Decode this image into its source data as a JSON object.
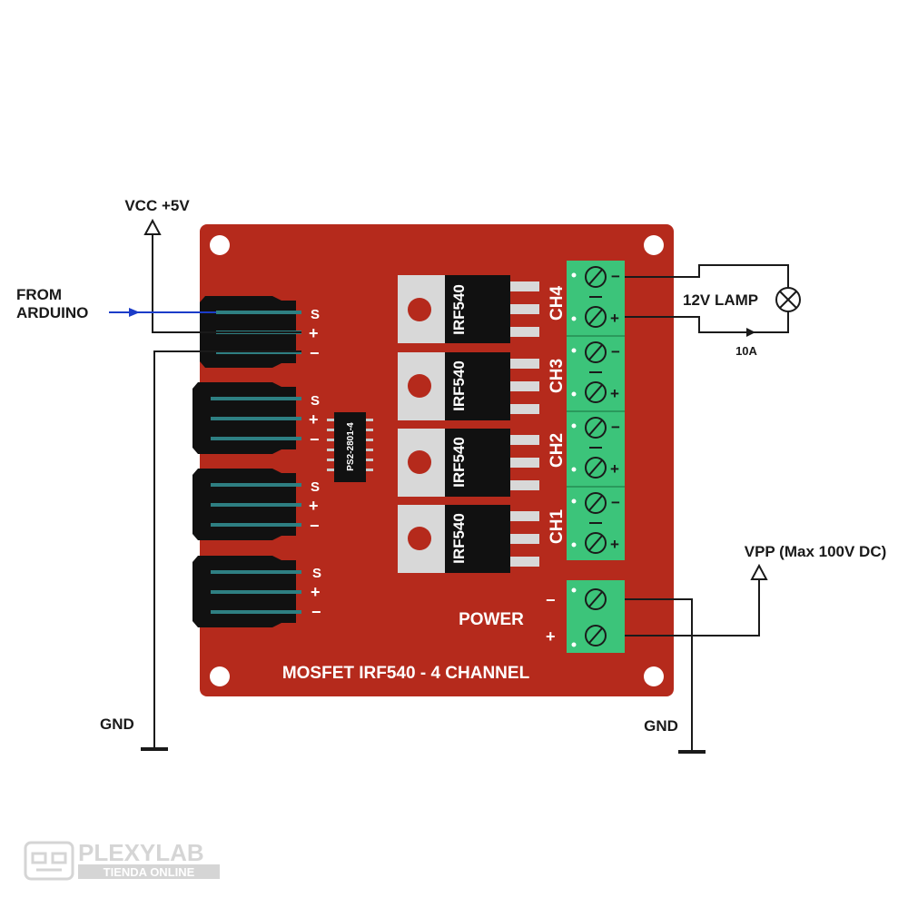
{
  "labels": {
    "vcc": "VCC +5V",
    "from_arduino_1": "FROM",
    "from_arduino_2": "ARDUINO",
    "gnd_left": "GND",
    "gnd_right": "GND",
    "lamp": "12V LAMP",
    "current": "10A",
    "vpp": "VPP (Max 100V DC)",
    "power": "POWER",
    "board_title": "MOSFET IRF540 - 4 CHANNEL",
    "optocoupler": "PS2-2801-4",
    "pin_s": "S",
    "pin_plus": "+",
    "pin_minus": "−"
  },
  "mosfets": [
    {
      "part": "IRF540",
      "channel": "CH4"
    },
    {
      "part": "IRF540",
      "channel": "CH3"
    },
    {
      "part": "IRF540",
      "channel": "CH2"
    },
    {
      "part": "IRF540",
      "channel": "CH1"
    }
  ],
  "watermark": {
    "brand": "PLEXYLAB",
    "tagline": "TIENDA ONLINE"
  },
  "colors": {
    "board": "#b52a1c",
    "terminal": "#3cc47a",
    "connector": "#111111",
    "pin": "#2e7f82",
    "signal_wire": "#1b3cc8"
  }
}
